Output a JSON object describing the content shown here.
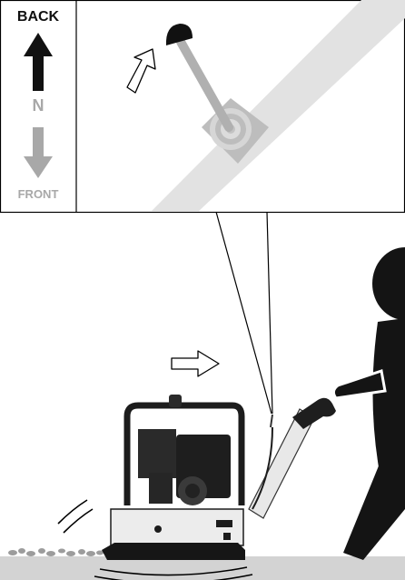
{
  "direction_panel": {
    "back_label": "BACK",
    "neutral_label": "N",
    "front_label": "FRONT",
    "back_arrow_color": "#111111",
    "front_arrow_color": "#a8a8a8"
  },
  "colors": {
    "lever_knob": "#111111",
    "lever_rod": "#b0b0b0",
    "slot_band": "#e2e2e2",
    "pivot_plate": "#bdbdbd",
    "ground": "#d3d3d3",
    "operator": "#141414",
    "machine_frame": "#1c1c1c"
  },
  "icons": [
    "lever-move-arrow-icon",
    "travel-direction-arrow-icon"
  ]
}
